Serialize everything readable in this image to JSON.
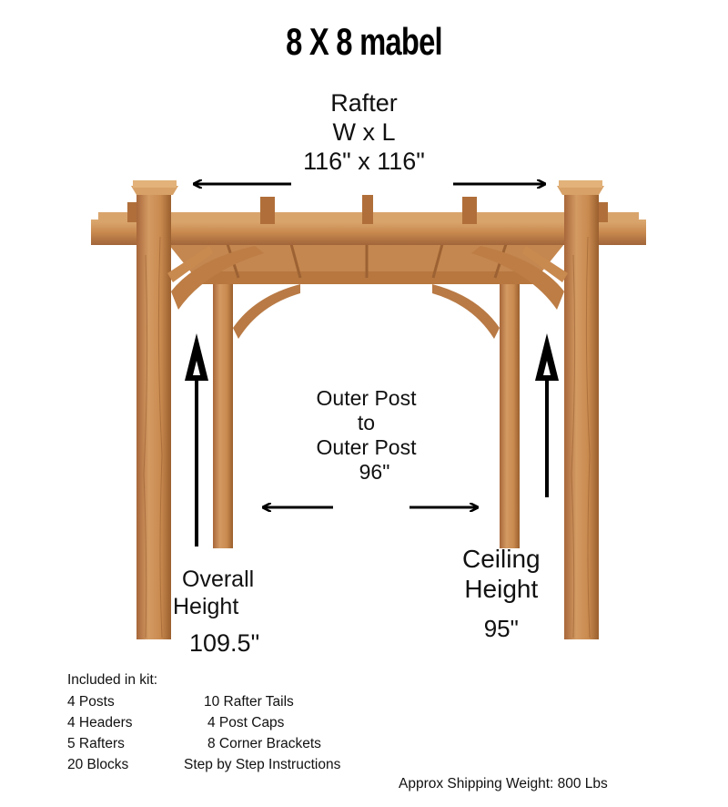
{
  "title": "8 X 8 mabel",
  "labels": {
    "rafter": {
      "line1": "Rafter",
      "line2": "W x L",
      "line3": "116\" x 116\""
    },
    "outer_post": {
      "line1": "Outer Post",
      "line2": "to",
      "line3": "Outer Post",
      "line4": "96\""
    },
    "overall_height": {
      "line1": "Overall",
      "line2": "Height",
      "value": "109.5\""
    },
    "ceiling_height": {
      "line1": "Ceiling",
      "line2": "Height",
      "value": "95\""
    }
  },
  "kit": {
    "heading": "Included in kit:",
    "rows": [
      [
        "4 Posts",
        "10 Rafter Tails"
      ],
      [
        "4 Headers",
        "4 Post Caps"
      ],
      [
        "5 Rafters",
        "8 Corner Brackets"
      ],
      [
        "20 Blocks",
        "Step by Step Instructions"
      ]
    ]
  },
  "shipping": "Approx Shipping Weight: 800 Lbs",
  "colors": {
    "wood": "#c98a4f",
    "wood_dark": "#9a5f2e",
    "wood_light": "#dba56c",
    "arrow": "#000000"
  }
}
